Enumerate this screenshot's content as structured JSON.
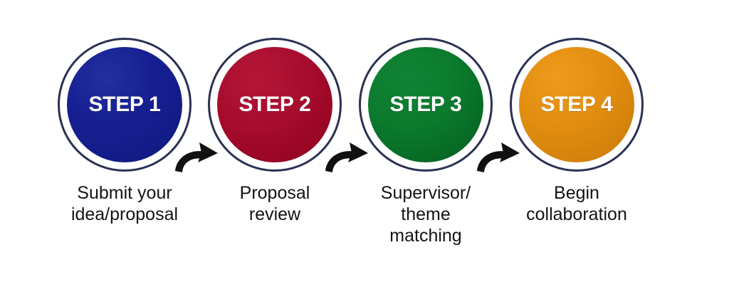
{
  "diagram": {
    "title": "Four step process flow",
    "background_color": "#ffffff",
    "ring_color": "#2b3154",
    "caption_color": "#141414",
    "arrow_color": "#111111",
    "steps": [
      {
        "badge": "STEP 1",
        "color": "#161f92",
        "color_name": "blue",
        "caption_lines": [
          "Submit your",
          "idea/proposal"
        ]
      },
      {
        "badge": "STEP 2",
        "color": "#a70c2c",
        "color_name": "red",
        "caption_lines": [
          "Proposal",
          "review"
        ]
      },
      {
        "badge": "STEP 3",
        "color": "#0b7a2d",
        "color_name": "green",
        "caption_lines": [
          "Supervisor/",
          "theme",
          "matching"
        ]
      },
      {
        "badge": "STEP 4",
        "color": "#e08d10",
        "color_name": "orange",
        "caption_lines": [
          "Begin",
          "collaboration"
        ]
      }
    ],
    "connectors": [
      {
        "from": "STEP 1",
        "to": "STEP 2",
        "icon": "curved-arrow-right-icon"
      },
      {
        "from": "STEP 2",
        "to": "STEP 3",
        "icon": "curved-arrow-right-icon"
      },
      {
        "from": "STEP 3",
        "to": "STEP 4",
        "icon": "curved-arrow-right-icon"
      }
    ]
  }
}
